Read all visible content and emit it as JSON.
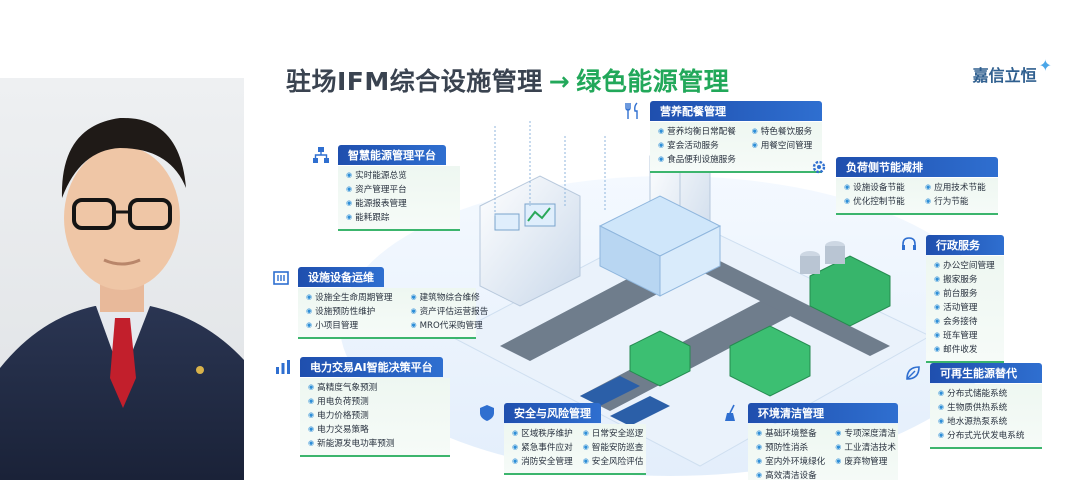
{
  "title": {
    "main": "驻场IFM综合设施管理",
    "arrow": "→",
    "accent": "绿色能源管理"
  },
  "brand": {
    "name": "嘉信立恒"
  },
  "colors": {
    "accent_green": "#22a85a",
    "panel_blue": "#1f4fae",
    "title_gray": "#3a4350"
  },
  "panels": {
    "smart_energy": {
      "title": "智慧能源管理平台",
      "items": [
        "实时能源总览",
        "资产管理平台",
        "能源报表管理",
        "能耗跟踪"
      ]
    },
    "facility_ops": {
      "title": "设施设备运维",
      "items": [
        "设施全生命周期管理",
        "建筑物综合维修",
        "设施预防性维护",
        "资产评估运营报告",
        "小项目管理",
        "MRO代采购管理"
      ]
    },
    "power_trading": {
      "title": "电力交易AI智能决策平台",
      "items": [
        "高精度气象预测",
        "用电负荷预测",
        "电力价格预测",
        "电力交易策略",
        "新能源发电功率预测"
      ]
    },
    "safety": {
      "title": "安全与风险管理",
      "items": [
        "区域秩序维护",
        "日常安全巡逻",
        "紧急事件应对",
        "智能安防巡查",
        "消防安全管理",
        "安全风险评估"
      ]
    },
    "catering": {
      "title": "营养配餐管理",
      "items": [
        "营养均衡日常配餐",
        "特色餐饮服务",
        "宴会活动服务",
        "用餐空间管理",
        "食品便利设施服务"
      ]
    },
    "load_side": {
      "title": "负荷侧节能减排",
      "items": [
        "设施设备节能",
        "应用技术节能",
        "优化控制节能",
        "行为节能"
      ]
    },
    "admin": {
      "title": "行政服务",
      "items": [
        "办公空间管理",
        "搬家服务",
        "前台服务",
        "活动管理",
        "会务接待",
        "班车管理",
        "邮件收发"
      ]
    },
    "renewable": {
      "title": "可再生能源替代",
      "items": [
        "分布式储能系统",
        "生物质供热系统",
        "地水源热泵系统",
        "分布式光伏发电系统"
      ]
    },
    "environment": {
      "title": "环境清洁管理",
      "items": [
        "基础环境整备",
        "专项深度清洁",
        "预防性消杀",
        "工业清洁技术",
        "室内外环境绿化",
        "废弃物管理",
        "高效清洁设备"
      ]
    }
  }
}
